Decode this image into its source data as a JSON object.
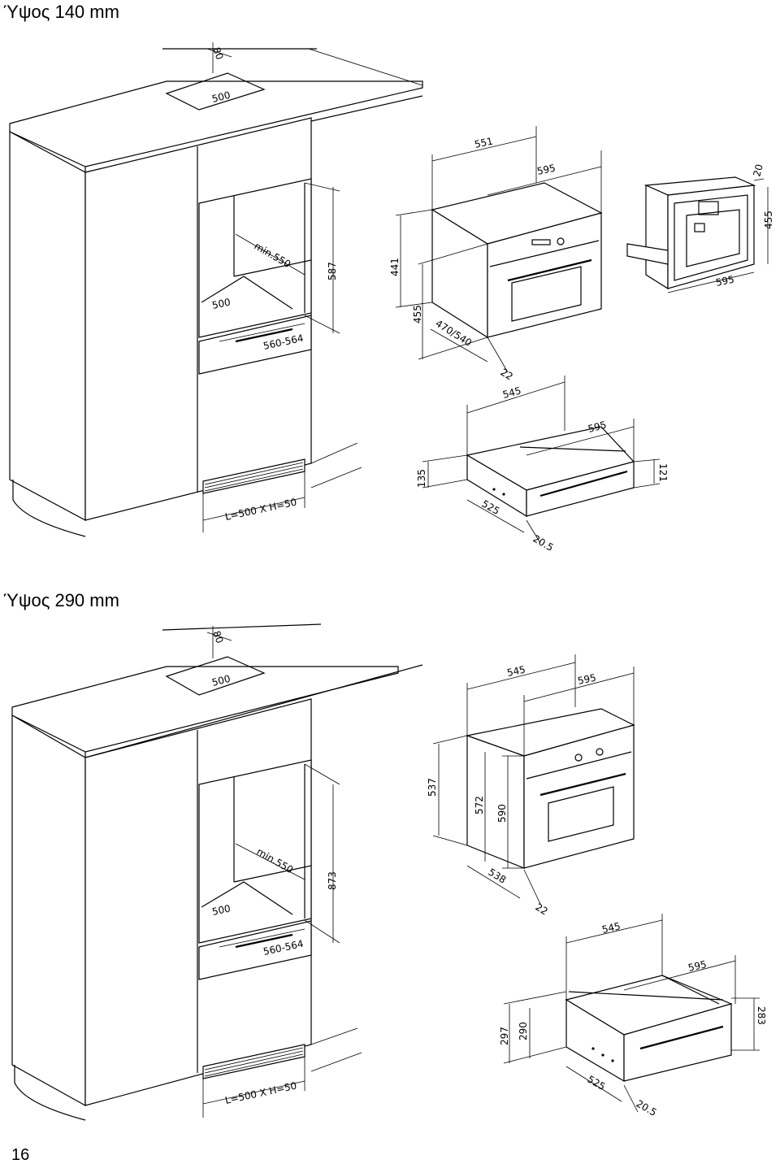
{
  "section1": {
    "title": "Ύψος 140 mm",
    "cabinet": {
      "d_top_80": "80",
      "d_top_500": "500",
      "d_min550": "min.550",
      "d_587": "587",
      "d_niche_500": "500",
      "d_560_564": "560-564",
      "d_vent": "L=500 X H=50"
    },
    "oven": {
      "d_551": "551",
      "d_595": "595",
      "d_441": "441",
      "d_455": "455",
      "d_470_540": "470/540",
      "d_22": "22"
    },
    "coffee": {
      "d_20": "20",
      "d_455": "455",
      "d_595": "595"
    },
    "drawer": {
      "d_545": "545",
      "d_595": "595",
      "d_135": "135",
      "d_121": "121",
      "d_525": "525",
      "d_20_5": "20.5"
    }
  },
  "section2": {
    "title": "Ύψος 290 mm",
    "cabinet": {
      "d_top_80": "80",
      "d_top_500": "500",
      "d_min550": "min.550",
      "d_873": "873",
      "d_niche_500": "500",
      "d_560_564": "560-564",
      "d_vent": "L=500 X H=50"
    },
    "oven": {
      "d_545": "545",
      "d_595": "595",
      "d_537": "537",
      "d_572": "572",
      "d_590": "590",
      "d_538": "538",
      "d_22": "22"
    },
    "drawer": {
      "d_545": "545",
      "d_595": "595",
      "d_297": "297",
      "d_290": "290",
      "d_283": "283",
      "d_525": "525",
      "d_20_5": "20.5"
    }
  },
  "page_number": "16"
}
